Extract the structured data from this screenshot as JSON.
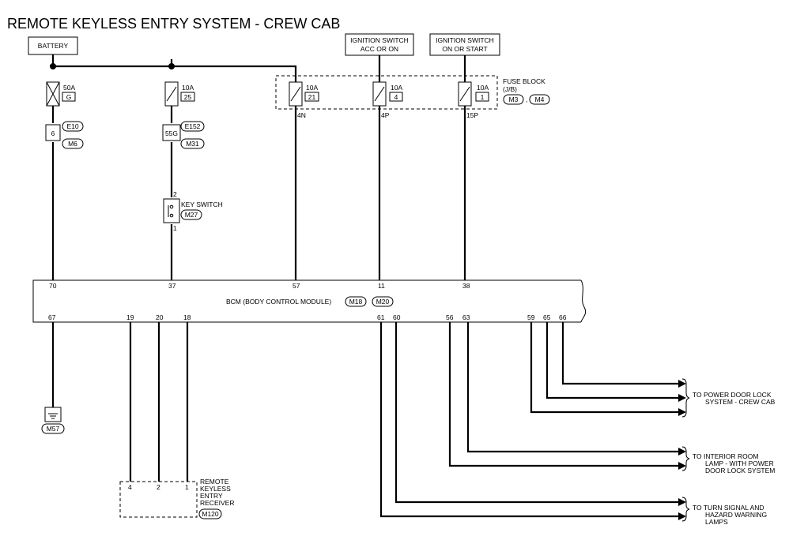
{
  "title": "REMOTE KEYLESS ENTRY SYSTEM - CREW CAB",
  "sources": {
    "battery": "BATTERY",
    "ign_acc_1": "IGNITION SWITCH",
    "ign_acc_2": "ACC OR ON",
    "ign_on_1": "IGNITION SWITCH",
    "ign_on_2": "ON OR START"
  },
  "fuses": {
    "f1_rating": "50A",
    "f1_id": "G",
    "f2_rating": "10A",
    "f2_id": "25",
    "f3_rating": "10A",
    "f3_id": "21",
    "f4_rating": "10A",
    "f4_id": "4",
    "f5_rating": "10A",
    "f5_id": "1"
  },
  "fuse_block": {
    "label_1": "FUSE BLOCK",
    "label_2": "(J/B)",
    "conn_a": "M3",
    "sep": ",",
    "conn_b": "M4",
    "term_a": "4N",
    "term_b": "4P",
    "term_c": "15P"
  },
  "connectors": {
    "c1_pin": "6",
    "c1_top": "E10",
    "c1_bot": "M6",
    "c2_pin": "55G",
    "c2_top": "E152",
    "c2_bot": "M31"
  },
  "key_switch": {
    "label": "KEY SWITCH",
    "conn": "M27",
    "pin_top": "2",
    "pin_bot": "1"
  },
  "bcm": {
    "label": "BCM (BODY CONTROL MODULE)",
    "conn_a": "M18",
    "conn_b": "M20",
    "pins_top": [
      "70",
      "37",
      "57",
      "11",
      "38"
    ],
    "pins_bottom": [
      "67",
      "19",
      "20",
      "18",
      "61",
      "60",
      "56",
      "63",
      "59",
      "65",
      "66"
    ]
  },
  "ground": {
    "conn": "M57"
  },
  "receiver": {
    "label_1": "REMOTE",
    "label_2": "KEYLESS",
    "label_3": "ENTRY",
    "label_4": "RECEIVER",
    "conn": "M120",
    "pins": [
      "4",
      "2",
      "1"
    ]
  },
  "destinations": {
    "door_lock_1": "TO POWER DOOR LOCK",
    "door_lock_2": "SYSTEM - CREW CAB",
    "interior_1": "TO INTERIOR ROOM",
    "interior_2": "LAMP - WITH POWER",
    "interior_3": "DOOR LOCK SYSTEM",
    "turn_1": "TO TURN SIGNAL AND",
    "turn_2": "HAZARD WARNING",
    "turn_3": "LAMPS"
  }
}
